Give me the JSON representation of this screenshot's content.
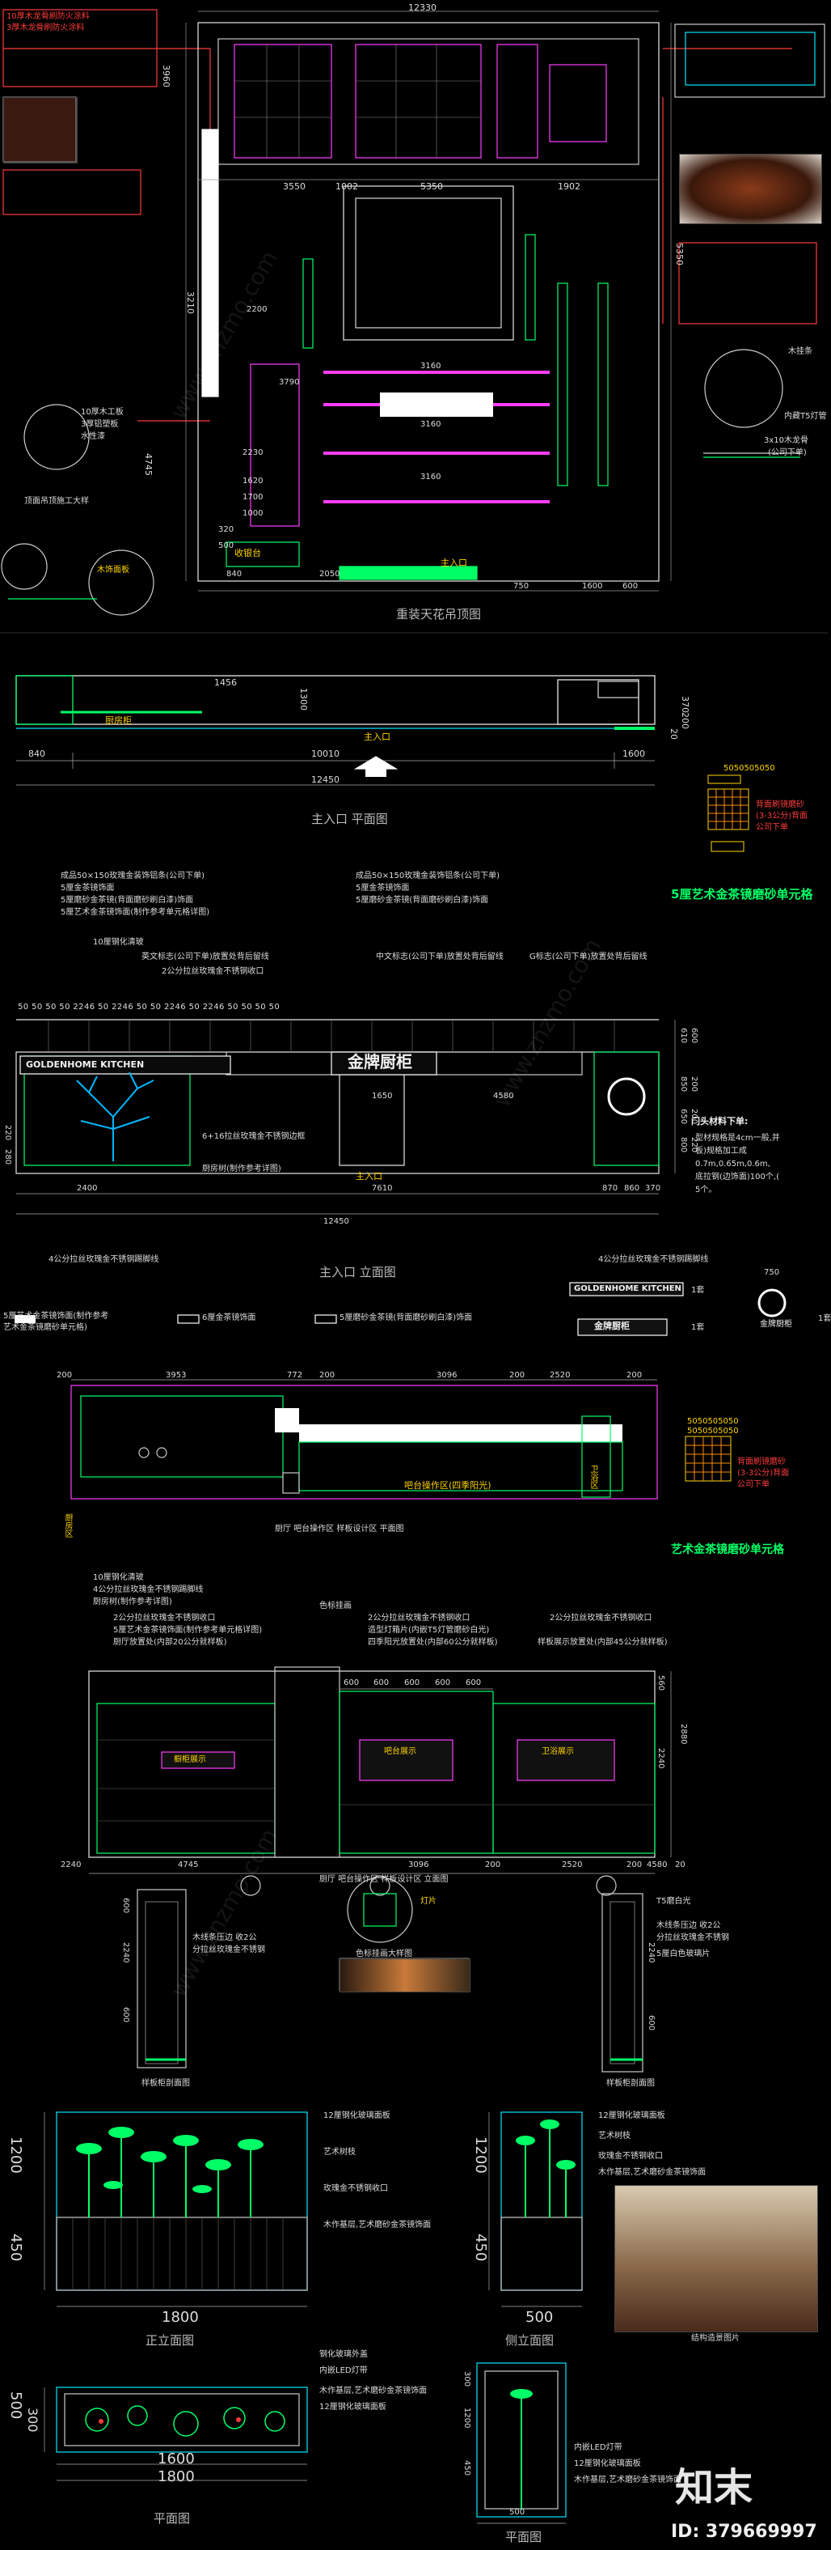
{
  "watermarks": {
    "logo_text": "知末",
    "id_text": "ID: 379669997",
    "site_text": "www.znzmo.com"
  },
  "ceiling_plan": {
    "dims_top": [
      "12330",
      "3550",
      "1002",
      "5350",
      "1902"
    ],
    "dims_side": [
      "3960",
      "3210",
      "5350",
      "4745"
    ],
    "dims_inner": [
      "2200",
      "3790",
      "3160",
      "3160",
      "2230",
      "3160",
      "1620",
      "1700",
      "1000",
      "320",
      "500",
      "840",
      "2050",
      "750",
      "1600",
      "600"
    ],
    "labels": {
      "main_entrance": "主入口",
      "counter": "收银台",
      "title": "重装天花吊顶图",
      "detail_red_1": "10厚木龙骨刷防火涂料",
      "detail_red_2": "3厚木龙骨刷防火涂料",
      "detail_left_1": "10厚木工板",
      "detail_left_2": "3厚铝塑板",
      "detail_left_3": "水性漆",
      "detail_caption": "顶面吊顶施工大样",
      "wood_panel": "木饰面板",
      "right_note_1": "木挂条",
      "right_note_2": "内藏T5灯管",
      "right_note_3": "3x10木龙骨",
      "right_note_4": "(公司下单)"
    }
  },
  "entrance_plan": {
    "dims": [
      "1456",
      "1300",
      "10010",
      "12450",
      "840",
      "1600",
      "200",
      "370",
      "20"
    ],
    "labels": {
      "main_entrance": "主入口",
      "kitchen": "厨房柜",
      "title": "主入口 平面图"
    }
  },
  "mirror_sample_1": {
    "grid": "5050505050",
    "label": "背面刷镜磨砂",
    "label2": "(3-3公分)背面",
    "label3": "公司下单",
    "caption": "5厘艺术金茶镜磨砂单元格"
  },
  "elevation_1": {
    "title": "主入口 立面图",
    "brand_en": "GOLDENHOME KITCHEN",
    "brand_cn": "金牌厨柜",
    "callouts": [
      "成品50×150玫瑰金装饰铝条(公司下单)",
      "5厘金茶镜饰面",
      "5厘磨砂金茶镜(背面磨砂刷白漆)饰面",
      "5厘艺术金茶镜饰面(制作参考单元格详图)",
      "10厘钢化清玻",
      "英文标志(公司下单)放置处背后留线",
      "2公分拉丝玫瑰金不锈钢收口",
      "成品50×150玫瑰金装饰铝条(公司下单)",
      "5厘金茶镜饰面",
      "5厘磨砂金茶镜(背面磨砂刷白漆)饰面",
      "中文标志(公司下单)放置处背后留线",
      "G标志(公司下单)放置处背后留线"
    ],
    "dims_top_row": "50 50 50 50 2246 50 2246 50 50 2246 50 2246 50 50 50 50",
    "dims": [
      "1650",
      "4580",
      "2400",
      "7610",
      "870",
      "860",
      "370",
      "12450",
      "610",
      "600",
      "850",
      "650",
      "800",
      "220",
      "220",
      "280",
      "200",
      "200"
    ],
    "inner_labels": {
      "frame": "6+16拉丝玫瑰金不锈钢边框",
      "tree": "厨房树(制作参考详图)",
      "entrance": "主入口",
      "bottom_left": "4公分拉丝玫瑰金不锈钢踢脚线",
      "bottom_right": "4公分拉丝玫瑰金不锈钢踢脚线"
    },
    "signage": {
      "title": "门头材料下单:",
      "lines": [
        "型材规格是4cm一般,并",
        "板)规格加工成",
        "0.7m,0.65m,0.6m,",
        "底拉钢(边饰面)100个,(",
        "5个。"
      ],
      "qty_1": "1套",
      "qty_2": "1套",
      "qty_3": "1套",
      "g_dim": "750"
    },
    "legend": {
      "item1a": "5厘艺术金茶镜饰面(制作参考",
      "item1b": "艺术金茶镜磨砂单元格)",
      "item2": "6厘金茶镜饰面",
      "item3": "5厘磨砂金茶镜(背面磨砂刷白漆)饰面"
    }
  },
  "side_plan": {
    "dims": [
      "200",
      "3953",
      "772",
      "200",
      "3096",
      "200",
      "2520",
      "200"
    ],
    "label_bar": "吧台操作区(四季阳光)",
    "label_left": "厨房区",
    "label_right": "卫浴区",
    "title": "厨厅 吧台操作区 样板设计区 平面图"
  },
  "mirror_sample_2": {
    "grid": "5050505050",
    "label": "背面刷镜磨砂",
    "label2": "(3-3公分)背面",
    "label3": "公司下单",
    "caption": "艺术金茶镜磨砂单元格"
  },
  "elevation_2": {
    "title": "厨厅 吧台操作区 样板设计区 立面图",
    "callouts_left": [
      "10厘钢化清玻",
      "4公分拉丝玫瑰金不锈钢踢脚线",
      "厨房树(制作参考详图)",
      "2公分拉丝玫瑰金不锈钢收口",
      "5厘艺术金茶镜饰面(制作参考单元格详图)",
      "厨厅放置处(内部20公分就样板)"
    ],
    "callouts_mid": [
      "色标挂画",
      "2公分拉丝玫瑰金不锈钢收口",
      "造型灯箱片(内嵌T5灯管磨砂白光)",
      "四季阳光放置处(内部60公分就样板)"
    ],
    "callouts_right": [
      "2公分拉丝玫瑰金不锈钢收口",
      "样板展示放置处(内部45公分就样板)"
    ],
    "dims_bottom": [
      "2240",
      "4745",
      "3096",
      "200",
      "2520",
      "200",
      "4580",
      "20"
    ],
    "dims_mid": [
      "600",
      "600",
      "600",
      "600",
      "600"
    ],
    "dims_right": [
      "560",
      "2240",
      "2880"
    ],
    "panel_labels": [
      "橱柜展示",
      "吧台展示",
      "卫浴展示"
    ]
  },
  "section_details": {
    "left": {
      "dims": [
        "600",
        "2240",
        "600"
      ],
      "notes": [
        "木线条压边 收2公",
        "分拉丝玫瑰金不锈钢"
      ],
      "caption": "样板柜剖面图"
    },
    "mid": {
      "caption": "色标挂画大样图",
      "note": "灯片"
    },
    "right": {
      "dims": [
        "2240",
        "600"
      ],
      "notes": [
        "T5磨白光",
        "木线条压边 收2公",
        "分拉丝玫瑰金不锈钢",
        "5厘白色玻璃片"
      ],
      "caption": "样板柜剖面图"
    }
  },
  "tree_front": {
    "dims_h": [
      "1200",
      "450"
    ],
    "dim_w": "1800",
    "notes": [
      "12厘钢化玻璃面板",
      "艺术树枝",
      "玫瑰金不锈钢收口",
      "木作基层,艺术磨砂金茶镜饰面"
    ],
    "caption": "正立面图"
  },
  "tree_side": {
    "dims_h": [
      "1200",
      "450"
    ],
    "dim_w": "500",
    "notes": [
      "12厘钢化玻璃面板",
      "艺术树枝",
      "玫瑰金不锈钢收口",
      "木作基层,艺术磨砂金茶镜饰面"
    ],
    "caption": "侧立面图",
    "photo_caption": "结构造景图片"
  },
  "tree_plan": {
    "dims_h": [
      "500",
      "300"
    ],
    "dims_w": [
      "1600",
      "1800"
    ],
    "notes": [
      "钢化玻璃外盖",
      "内嵌LED灯带",
      "木作基层,艺术磨砂金茶镜饰面",
      "12厘钢化玻璃面板"
    ],
    "caption": "平面图"
  },
  "tree_plan_side": {
    "dims": [
      "300",
      "500",
      "450",
      "1200"
    ],
    "notes": [
      "内嵌LED灯带",
      "12厘钢化玻璃面板",
      "木作基层,艺术磨砂金茶镜饰面"
    ],
    "caption": "平面图"
  }
}
